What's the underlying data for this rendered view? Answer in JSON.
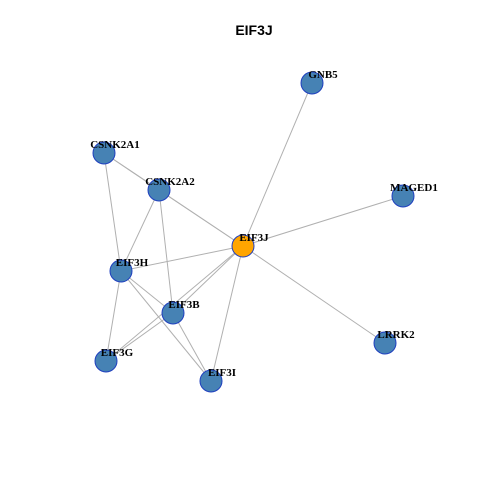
{
  "title": "EIF3J",
  "colors": {
    "node_fill": "#4682b4",
    "center_fill": "#ffa500",
    "node_stroke": "#1f3fbf",
    "edge": "#b0b0b0"
  },
  "nodes": [
    {
      "id": "EIF3J",
      "label": "EIF3J",
      "center": true
    },
    {
      "id": "GNB5",
      "label": "GNB5",
      "center": false
    },
    {
      "id": "CSNK2A1",
      "label": "CSNK2A1",
      "center": false
    },
    {
      "id": "CSNK2A2",
      "label": "CSNK2A2",
      "center": false
    },
    {
      "id": "MAGED1",
      "label": "MAGED1",
      "center": false
    },
    {
      "id": "EIF3H",
      "label": "EIF3H",
      "center": false
    },
    {
      "id": "EIF3B",
      "label": "EIF3B",
      "center": false
    },
    {
      "id": "LRRK2",
      "label": "LRRK2",
      "center": false
    },
    {
      "id": "EIF3G",
      "label": "EIF3G",
      "center": false
    },
    {
      "id": "EIF3I",
      "label": "EIF3I",
      "center": false
    }
  ],
  "edges": [
    [
      "EIF3J",
      "GNB5"
    ],
    [
      "EIF3J",
      "MAGED1"
    ],
    [
      "EIF3J",
      "LRRK2"
    ],
    [
      "EIF3J",
      "CSNK2A1"
    ],
    [
      "EIF3J",
      "CSNK2A2"
    ],
    [
      "EIF3J",
      "EIF3H"
    ],
    [
      "EIF3J",
      "EIF3B"
    ],
    [
      "EIF3J",
      "EIF3G"
    ],
    [
      "EIF3J",
      "EIF3I"
    ],
    [
      "CSNK2A1",
      "CSNK2A2"
    ],
    [
      "CSNK2A1",
      "EIF3H"
    ],
    [
      "CSNK2A2",
      "EIF3H"
    ],
    [
      "CSNK2A2",
      "EIF3B"
    ],
    [
      "EIF3H",
      "EIF3B"
    ],
    [
      "EIF3H",
      "EIF3G"
    ],
    [
      "EIF3H",
      "EIF3I"
    ],
    [
      "EIF3B",
      "EIF3G"
    ],
    [
      "EIF3B",
      "EIF3I"
    ]
  ]
}
